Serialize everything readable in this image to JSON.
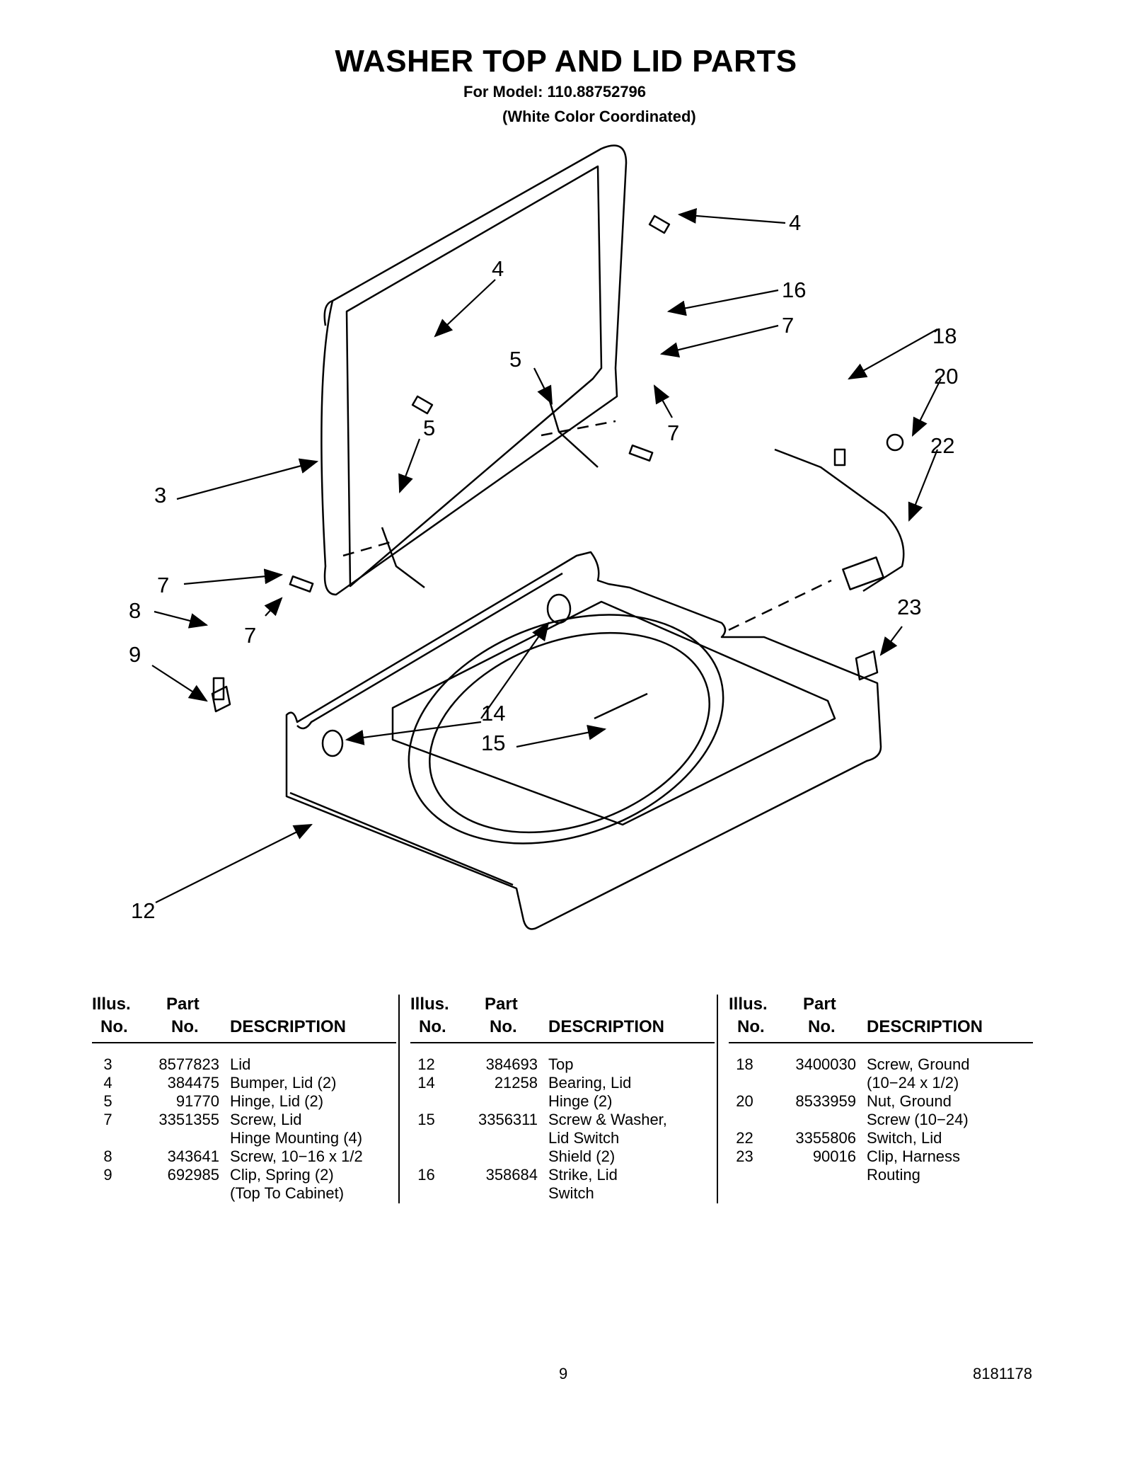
{
  "title": "WASHER TOP AND LID PARTS",
  "subtitle": "For Model: 110.88752796",
  "subtitle2": "(White Color Coordinated)",
  "diagram": {
    "callouts": [
      "4",
      "4",
      "16",
      "7",
      "18",
      "20",
      "5",
      "7",
      "5",
      "22",
      "3",
      "7",
      "8",
      "7",
      "23",
      "9",
      "14",
      "15",
      "12"
    ]
  },
  "table_headers": {
    "illus": "Illus.",
    "no": "No.",
    "part": "Part",
    "desc": "DESCRIPTION"
  },
  "tables": [
    {
      "rows": [
        {
          "illus": "3",
          "part": "8577823",
          "desc": "Lid"
        },
        {
          "illus": "4",
          "part": "384475",
          "desc": "Bumper, Lid (2)"
        },
        {
          "illus": "5",
          "part": "91770",
          "desc": "Hinge, Lid (2)"
        },
        {
          "illus": "7",
          "part": "3351355",
          "desc": "Screw, Lid"
        },
        {
          "illus": "",
          "part": "",
          "desc": "Hinge Mounting (4)"
        },
        {
          "illus": "8",
          "part": "343641",
          "desc": "Screw, 10−16 x 1/2"
        },
        {
          "illus": "9",
          "part": "692985",
          "desc": "Clip, Spring (2)"
        },
        {
          "illus": "",
          "part": "",
          "desc": "(Top To Cabinet)"
        }
      ]
    },
    {
      "rows": [
        {
          "illus": "12",
          "part": "384693",
          "desc": "Top"
        },
        {
          "illus": "14",
          "part": "21258",
          "desc": "Bearing, Lid"
        },
        {
          "illus": "",
          "part": "",
          "desc": "Hinge (2)"
        },
        {
          "illus": "15",
          "part": "3356311",
          "desc": "Screw & Washer,"
        },
        {
          "illus": "",
          "part": "",
          "desc": "Lid Switch"
        },
        {
          "illus": "",
          "part": "",
          "desc": "Shield (2)"
        },
        {
          "illus": "16",
          "part": "358684",
          "desc": "Strike, Lid"
        },
        {
          "illus": "",
          "part": "",
          "desc": "Switch"
        }
      ]
    },
    {
      "rows": [
        {
          "illus": "18",
          "part": "3400030",
          "desc": "Screw, Ground"
        },
        {
          "illus": "",
          "part": "",
          "desc": "(10−24 x 1/2)"
        },
        {
          "illus": "20",
          "part": "8533959",
          "desc": "Nut, Ground"
        },
        {
          "illus": "",
          "part": "",
          "desc": "Screw (10−24)"
        },
        {
          "illus": "22",
          "part": "3355806",
          "desc": "Switch, Lid"
        },
        {
          "illus": "23",
          "part": "90016",
          "desc": "Clip, Harness"
        },
        {
          "illus": "",
          "part": "",
          "desc": "Routing"
        }
      ]
    }
  ],
  "footer": {
    "page": "9",
    "doc": "8181178"
  }
}
